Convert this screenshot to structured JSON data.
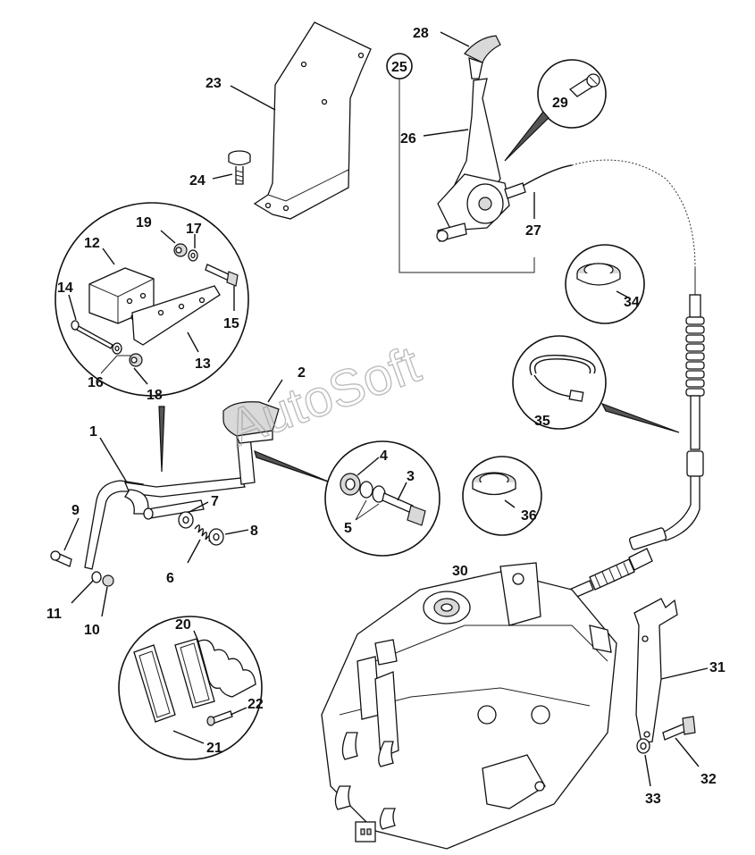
{
  "watermark": "AutoSoft",
  "callouts": [
    "1",
    "2",
    "3",
    "4",
    "5",
    "6",
    "7",
    "8",
    "9",
    "10",
    "11",
    "12",
    "13",
    "14",
    "15",
    "16",
    "17",
    "18",
    "19",
    "20",
    "21",
    "22",
    "23",
    "24",
    "25",
    "26",
    "27",
    "28",
    "29",
    "30",
    "31",
    "32",
    "33",
    "34",
    "35",
    "36"
  ]
}
